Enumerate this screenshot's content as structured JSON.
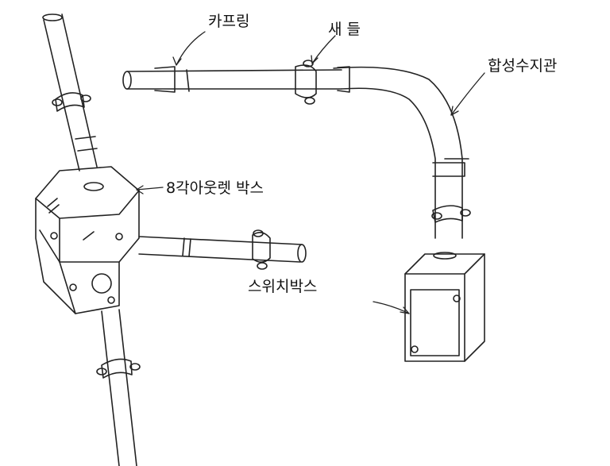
{
  "labels": {
    "coupling": "카프링",
    "saddle": "새 들",
    "synthetic_resin_pipe": "합성수지관",
    "octagon_outlet_box": "8각아웃렛 박스",
    "switch_box": "스위치박스"
  },
  "colors": {
    "line": "#222222",
    "background": "#ffffff"
  }
}
